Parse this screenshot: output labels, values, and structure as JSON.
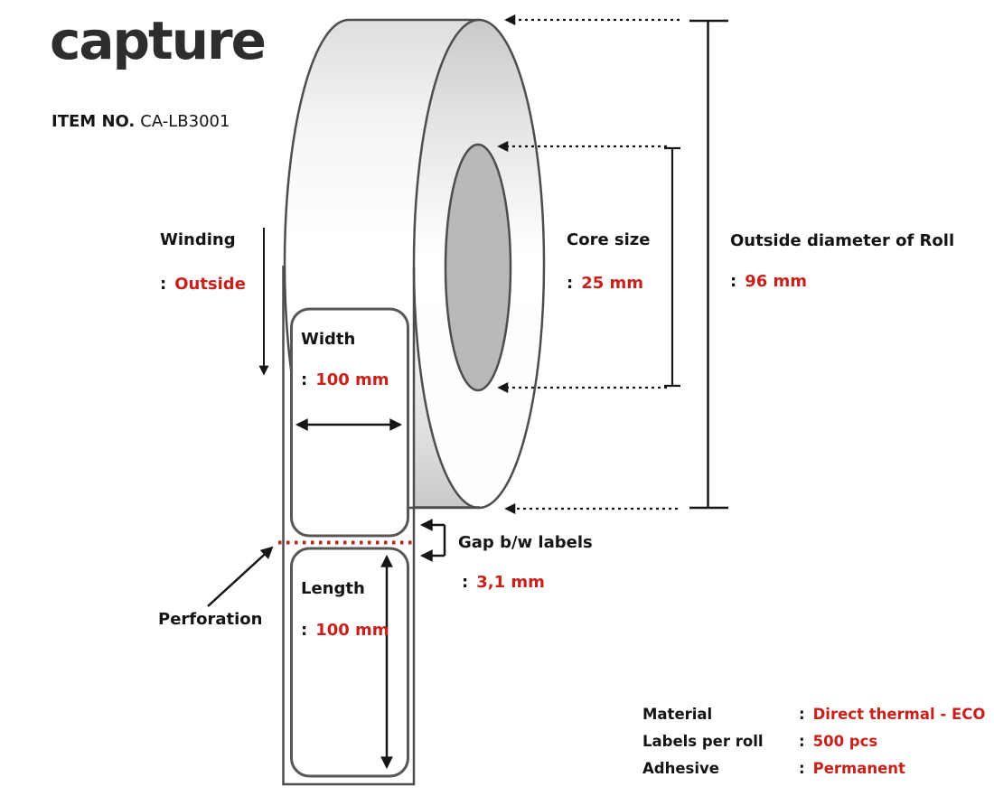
{
  "header": {
    "logo": "capture",
    "item_label": "ITEM NO.",
    "item_value": "CA-LB3001"
  },
  "punct": {
    "colon": ":"
  },
  "annotations": {
    "winding": {
      "label": "Winding",
      "value": "Outside"
    },
    "core_size": {
      "label": "Core size",
      "value": "25 mm"
    },
    "outside_diameter": {
      "label": "Outside diameter of Roll",
      "value": "96 mm"
    },
    "width": {
      "label": "Width",
      "value": "100 mm"
    },
    "length": {
      "label": "Length",
      "value": "100 mm"
    },
    "gap": {
      "label": "Gap b/w labels",
      "value": "3,1 mm"
    },
    "perforation": {
      "label": "Perforation"
    }
  },
  "specs": {
    "material": {
      "label": "Material",
      "value": "Direct thermal - ECO"
    },
    "labels_per_roll": {
      "label": "Labels per roll",
      "value": "500 pcs"
    },
    "adhesive": {
      "label": "Adhesive",
      "value": "Permanent"
    }
  },
  "colors": {
    "accent_red": "#c8201a",
    "perforation_red": "#b32822",
    "outline_gray": "#4d4d4d",
    "label_outline": "#575757",
    "core_gray": "#b9b9b9",
    "text_black": "#141414",
    "logo_gray": "#2d2d2d"
  }
}
